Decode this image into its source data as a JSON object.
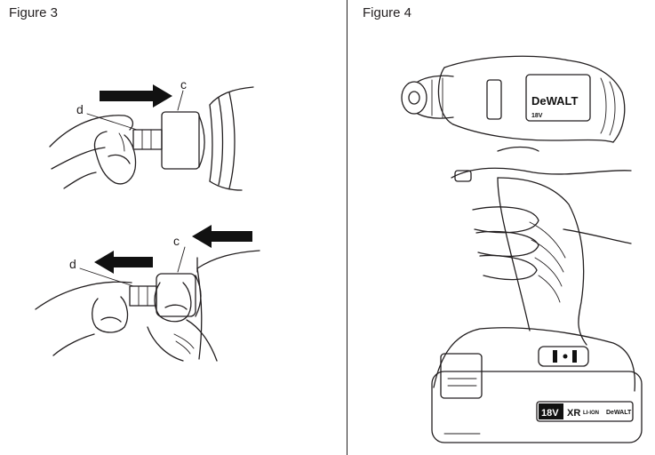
{
  "figures": [
    {
      "label": "Figure 3",
      "callouts": {
        "top_c": "c",
        "top_d": "d",
        "bottom_c": "c",
        "bottom_d": "d"
      }
    },
    {
      "label": "Figure 4",
      "brand_logo": "DeWALT",
      "battery_voltage": "18V",
      "battery_series": "XR",
      "battery_chemistry": "LI-ION"
    }
  ],
  "colors": {
    "line": "#231f20",
    "arrow": "#111111",
    "background": "#ffffff"
  }
}
